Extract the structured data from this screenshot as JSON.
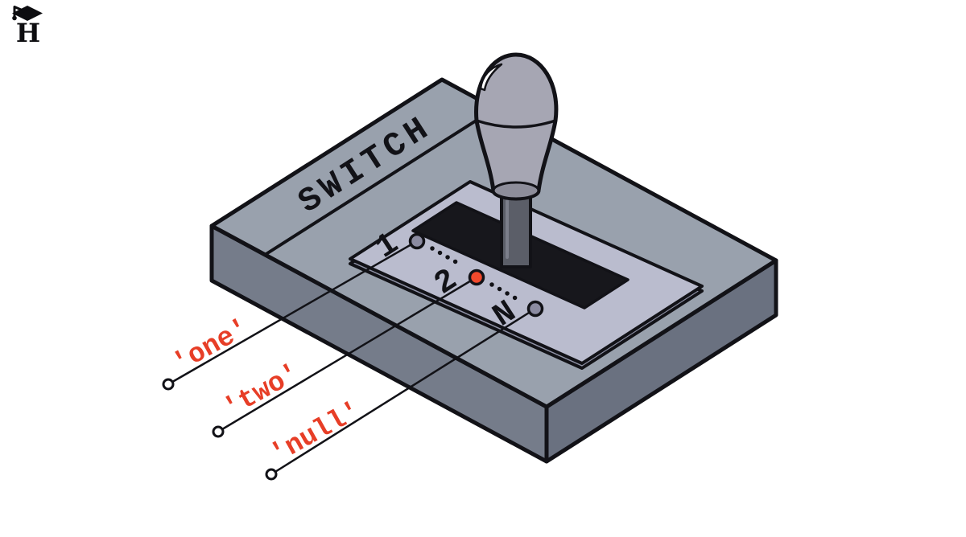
{
  "logo": {
    "letter": "H",
    "icon": "graduation-cap-icon",
    "color": "#0d0d10"
  },
  "illustration": {
    "device_label": "SWITCH",
    "positions": [
      {
        "label": "1",
        "dot_color": "#8b8ba1"
      },
      {
        "label": "2",
        "dot_color": "#f1492c"
      },
      {
        "label": "N",
        "dot_color": "#8b8ba1"
      }
    ],
    "terminals": [
      {
        "label": "'one'"
      },
      {
        "label": "'two'"
      },
      {
        "label": "'null'"
      }
    ],
    "label_color": "#e73e27",
    "colors": {
      "background": "#ffffff",
      "outline": "#121217",
      "base_top": "#99a1ad",
      "base_side_left": "#757c8a",
      "base_side_right": "#6a7180",
      "plate": "#babcce",
      "plate_edge": "#9194a8",
      "slot": "#17171c",
      "knob": "#a6a6b3",
      "knob_neck": "#8d8d9a",
      "shaft": "#5b5e68",
      "wire": "#121217"
    }
  }
}
